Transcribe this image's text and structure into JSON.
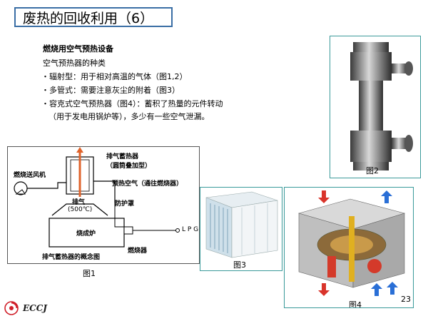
{
  "slide": {
    "title": "废热的回收利用（6）",
    "heading": "燃烧用空气预热设备",
    "subheading": "空气预热器的种类",
    "bullets": [
      "辐射型：用于相对高温的气体（图1,2）",
      "多管式：需要注意灰尘的附着（图3）",
      "容克式空气预热器（图4）：蓄积了热量的元件转动"
    ],
    "bullet_note": "（用于发电用锅炉等），多少有一些空气泄漏。",
    "page_number": "23",
    "logo_text": "ECCJ"
  },
  "figure1": {
    "caption": "图1",
    "labels": {
      "blower": "燃烧送风机",
      "regenerator": "排气蓄热器",
      "regenerator_type": "（圆筒叠加型）",
      "preheated_air": "预热空气（通往燃烧器）",
      "exhaust": "排气",
      "exhaust_temp": "(500℃)",
      "shield": "防护罩",
      "lpg": "L P G",
      "furnace": "烧成炉",
      "burner": "燃烧器",
      "concept": "排气蓄热器的概念图"
    }
  },
  "figure2": {
    "caption": "图2"
  },
  "figure3": {
    "caption": "图3"
  },
  "figure4": {
    "caption": "图4"
  },
  "colors": {
    "frame": "#3a9a9a",
    "title_border": "#3a6ea5",
    "arrow_red": "#d9342b",
    "arrow_blue": "#2a6fd6"
  }
}
